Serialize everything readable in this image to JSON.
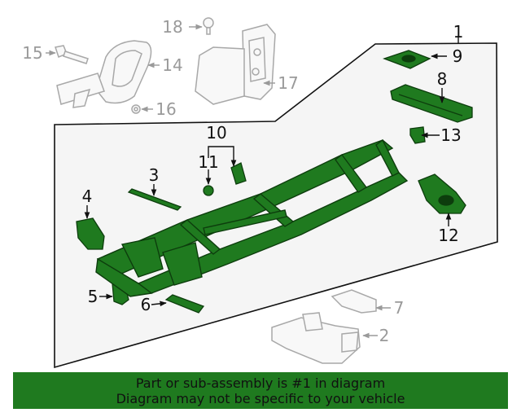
{
  "colors": {
    "highlight_part": "#1f7a1f",
    "highlight_dark": "#0d3d0d",
    "faded_part": "#a8a8a8",
    "panel_fill": "#f5f5f5",
    "footer_bg": "#1f7a1f"
  },
  "callouts": {
    "c1": "1",
    "c2": "2",
    "c3": "3",
    "c4": "4",
    "c5": "5",
    "c6": "6",
    "c7": "7",
    "c8": "8",
    "c9": "9",
    "c10": "10",
    "c11": "11",
    "c12": "12",
    "c13": "13",
    "c14": "14",
    "c15": "15",
    "c16": "16",
    "c17": "17",
    "c18": "18"
  },
  "footer": {
    "line1": "Part or sub-assembly is #1 in diagram",
    "line2": "Diagram may not be specific to your vehicle"
  }
}
